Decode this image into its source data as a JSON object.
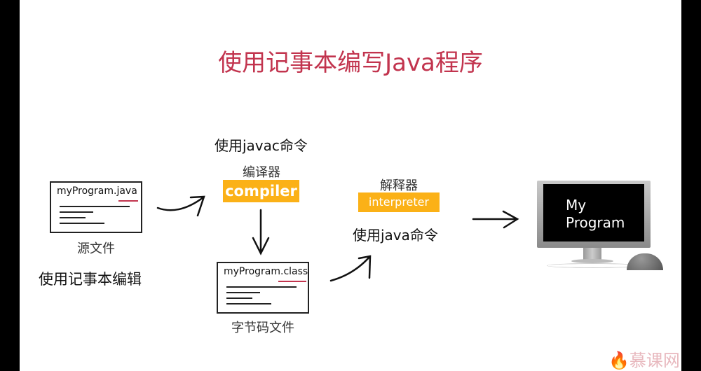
{
  "title": "使用记事本编写Java程序",
  "source": {
    "filename": "myProgram.java",
    "label": "源文件",
    "caption": "使用记事本编辑"
  },
  "compile": {
    "command": "使用javac命令",
    "label": "编译器",
    "tag": "compiler"
  },
  "bytecode": {
    "filename": "myProgram.class",
    "label": "字节码文件"
  },
  "interpret": {
    "label": "解释器",
    "tag": "interpreter",
    "command": "使用java命令"
  },
  "monitor": {
    "line1": "My",
    "line2": "Program"
  },
  "watermark": "慕课网",
  "colors": {
    "title": "#c2344e",
    "tag": "#fbb117"
  }
}
